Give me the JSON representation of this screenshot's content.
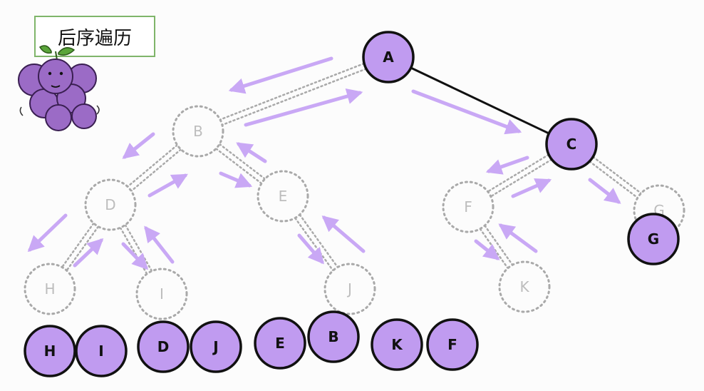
{
  "title": "后序遍历",
  "colors": {
    "node_fill": "#c09bf0",
    "node_stroke": "#111111",
    "ghost_stroke": "#a9a9a9",
    "ghost_text": "#bdbdbd",
    "arrow": "#c9a8f5",
    "mascot": "#9b6bc6",
    "title_border": "#7fb56a"
  },
  "icons": {
    "mascot": "grape-mascot-icon"
  },
  "tree": {
    "nodes": [
      {
        "id": "A",
        "label": "A",
        "state": "visited"
      },
      {
        "id": "B",
        "label": "B",
        "state": "ghost"
      },
      {
        "id": "C",
        "label": "C",
        "state": "visited"
      },
      {
        "id": "D",
        "label": "D",
        "state": "ghost"
      },
      {
        "id": "E",
        "label": "E",
        "state": "ghost"
      },
      {
        "id": "F",
        "label": "F",
        "state": "ghost"
      },
      {
        "id": "G",
        "label": "G",
        "state": "ghost"
      },
      {
        "id": "H",
        "label": "H",
        "state": "ghost"
      },
      {
        "id": "I",
        "label": "I",
        "state": "ghost"
      },
      {
        "id": "J",
        "label": "J",
        "state": "ghost"
      },
      {
        "id": "K",
        "label": "K",
        "state": "ghost"
      }
    ],
    "edges": [
      {
        "from": "A",
        "to": "B",
        "style": "dotted"
      },
      {
        "from": "A",
        "to": "C",
        "style": "solid"
      },
      {
        "from": "B",
        "to": "D",
        "style": "dotted"
      },
      {
        "from": "B",
        "to": "E",
        "style": "dotted"
      },
      {
        "from": "C",
        "to": "F",
        "style": "dotted"
      },
      {
        "from": "C",
        "to": "G",
        "style": "dotted"
      },
      {
        "from": "D",
        "to": "H",
        "style": "dotted"
      },
      {
        "from": "D",
        "to": "I",
        "style": "dotted"
      },
      {
        "from": "E",
        "to": "J",
        "style": "dotted"
      },
      {
        "from": "F",
        "to": "K",
        "style": "dotted"
      }
    ]
  },
  "current_node": "G",
  "output_sequence": [
    "H",
    "I",
    "D",
    "J",
    "E",
    "B",
    "K",
    "F"
  ]
}
